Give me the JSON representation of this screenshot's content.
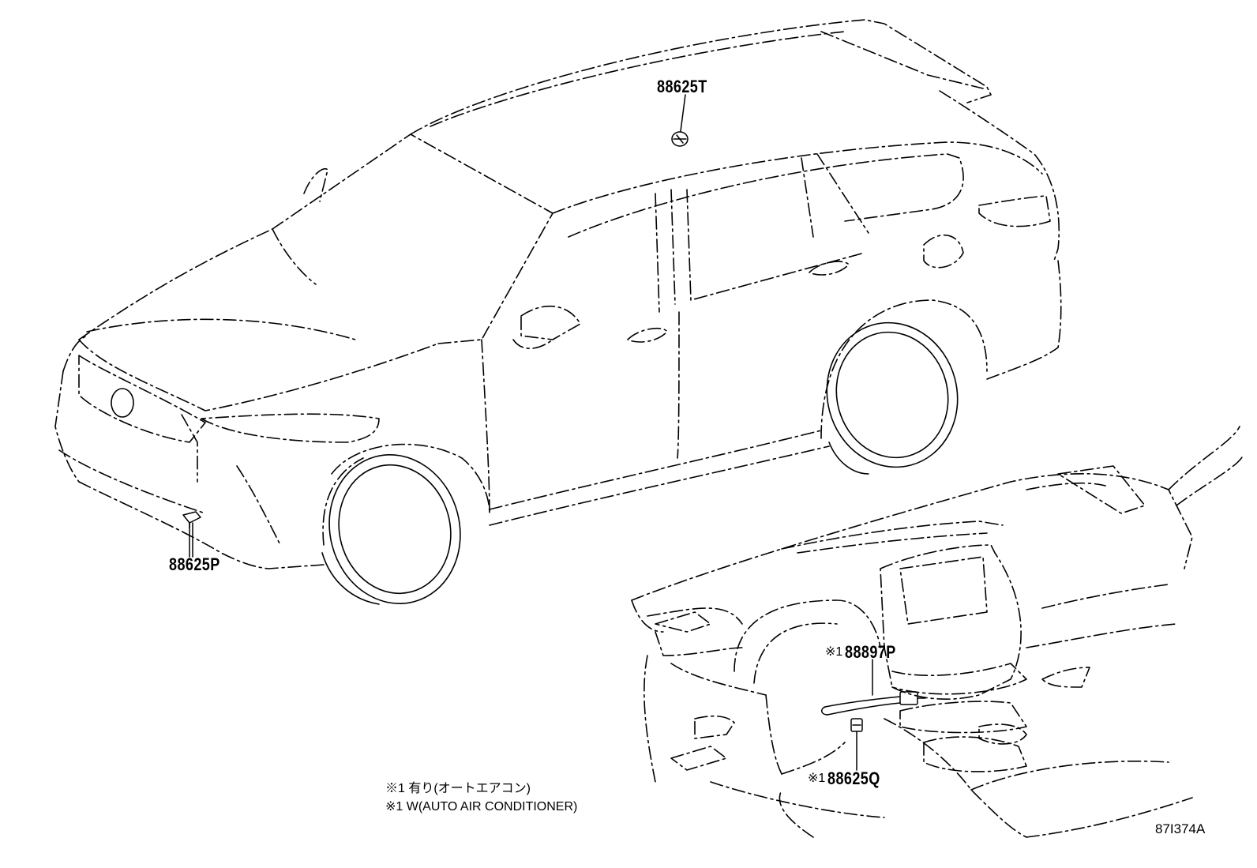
{
  "parts": {
    "roof_sensor": "88625T",
    "bumper_sensor": "88625P",
    "aspirator_hose": "88897P",
    "cabin_sensor": "88625Q",
    "option_mark": "※1"
  },
  "notes": {
    "line1": "※1 有り(オートエアコン)",
    "line2": "※1 W(AUTO AIR CONDITIONER)"
  },
  "illustration_id": "87I374A"
}
